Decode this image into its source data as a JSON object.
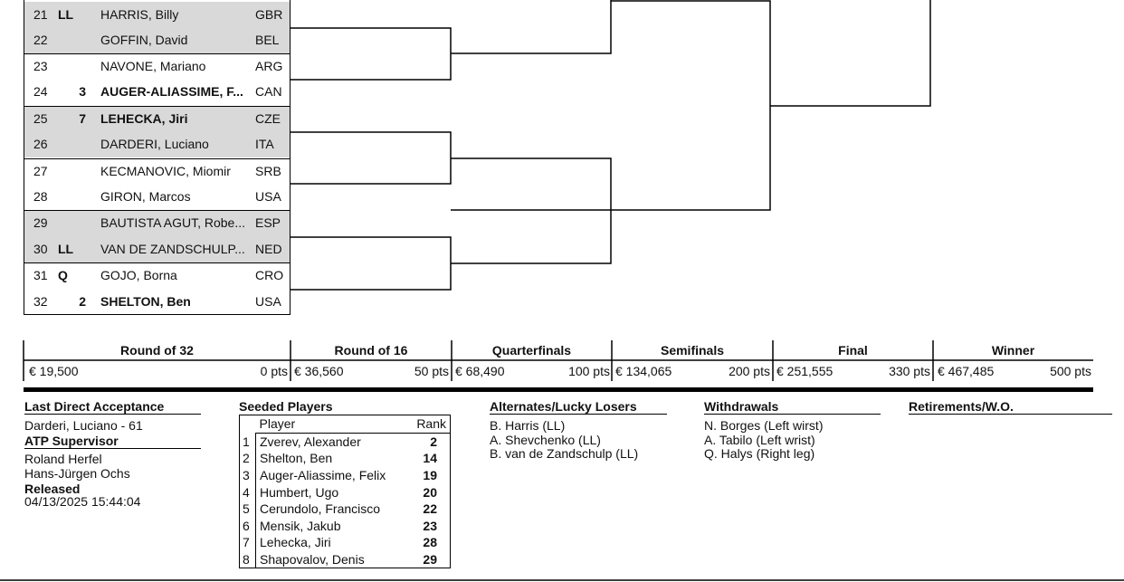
{
  "draw_rows": [
    {
      "num": "21",
      "entry": "LL",
      "seed": "",
      "name": "HARRIS, Billy",
      "country": "GBR",
      "bold": false,
      "shade": true
    },
    {
      "num": "22",
      "entry": "",
      "seed": "",
      "name": "GOFFIN, David",
      "country": "BEL",
      "bold": false,
      "shade": true
    },
    {
      "num": "23",
      "entry": "",
      "seed": "",
      "name": "NAVONE, Mariano",
      "country": "ARG",
      "bold": false,
      "shade": false
    },
    {
      "num": "24",
      "entry": "",
      "seed": "3",
      "name": "AUGER-ALIASSIME, F...",
      "country": "CAN",
      "bold": true,
      "shade": false
    },
    {
      "num": "25",
      "entry": "",
      "seed": "7",
      "name": "LEHECKA, Jiri",
      "country": "CZE",
      "bold": true,
      "shade": true
    },
    {
      "num": "26",
      "entry": "",
      "seed": "",
      "name": "DARDERI, Luciano",
      "country": "ITA",
      "bold": false,
      "shade": true
    },
    {
      "num": "27",
      "entry": "",
      "seed": "",
      "name": "KECMANOVIC, Miomir",
      "country": "SRB",
      "bold": false,
      "shade": false
    },
    {
      "num": "28",
      "entry": "",
      "seed": "",
      "name": "GIRON, Marcos",
      "country": "USA",
      "bold": false,
      "shade": false
    },
    {
      "num": "29",
      "entry": "",
      "seed": "",
      "name": "BAUTISTA AGUT, Robe...",
      "country": "ESP",
      "bold": false,
      "shade": true
    },
    {
      "num": "30",
      "entry": "LL",
      "seed": "",
      "name": "VAN DE ZANDSCHULP...",
      "country": "NED",
      "bold": false,
      "shade": true
    },
    {
      "num": "31",
      "entry": "Q",
      "seed": "",
      "name": "GOJO, Borna",
      "country": "CRO",
      "bold": false,
      "shade": false
    },
    {
      "num": "32",
      "entry": "",
      "seed": "2",
      "name": "SHELTON, Ben",
      "country": "USA",
      "bold": true,
      "shade": false
    }
  ],
  "rounds": [
    {
      "label": "Round of 32",
      "prize": "€ 19,500",
      "points": "0 pts"
    },
    {
      "label": "Round of 16",
      "prize": "€ 36,560",
      "points": "50 pts"
    },
    {
      "label": "Quarterfinals",
      "prize": "€ 68,490",
      "points": "100 pts"
    },
    {
      "label": "Semifinals",
      "prize": "€ 134,065",
      "points": "200 pts"
    },
    {
      "label": "Final",
      "prize": "€ 251,555",
      "points": "330 pts"
    },
    {
      "label": "Winner",
      "prize": "€ 467,485",
      "points": "500 pts"
    }
  ],
  "info": {
    "lda_title": "Last Direct Acceptance",
    "lda_value": "Darderi, Luciano - 61",
    "supervisor_title": "ATP Supervisor",
    "supervisors": [
      "Roland Herfel",
      "Hans-Jürgen Ochs"
    ],
    "released_label": "Released",
    "released_value": "04/13/2025 15:44:04",
    "seeded_title": "Seeded Players",
    "seed_col_player": "Player",
    "seed_col_rank": "Rank",
    "alternates_title": "Alternates/Lucky Losers",
    "alternates": [
      "B. Harris (LL)",
      "A. Shevchenko (LL)",
      "B. van de Zandschulp (LL)"
    ],
    "withdrawals_title": "Withdrawals",
    "withdrawals": [
      "N. Borges (Left wirst)",
      "A. Tabilo (Left wrist)",
      "Q. Halys (Right leg)"
    ],
    "retirements_title": "Retirements/W.O."
  },
  "seeds": [
    {
      "n": "1",
      "player": "Zverev, Alexander",
      "rank": "2"
    },
    {
      "n": "2",
      "player": "Shelton, Ben",
      "rank": "14"
    },
    {
      "n": "3",
      "player": "Auger-Aliassime, Felix",
      "rank": "19"
    },
    {
      "n": "4",
      "player": "Humbert, Ugo",
      "rank": "20"
    },
    {
      "n": "5",
      "player": "Cerundolo, Francisco",
      "rank": "22"
    },
    {
      "n": "6",
      "player": "Mensik, Jakub",
      "rank": "23"
    },
    {
      "n": "7",
      "player": "Lehecka, Jiri",
      "rank": "28"
    },
    {
      "n": "8",
      "player": "Shapovalov, Denis",
      "rank": "29"
    }
  ]
}
